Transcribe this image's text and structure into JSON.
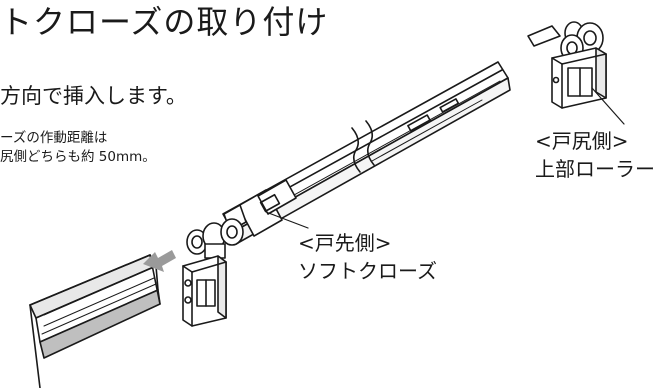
{
  "heading": {
    "title": "トクローズの取り付け",
    "subtitle": "方向で挿入します。"
  },
  "notes": {
    "line1": "ーズの作動距離は",
    "line2": "尻側どちらも約 50mm。"
  },
  "labels": {
    "rear_side": "<戸尻側>",
    "rear_part": "上部ローラー",
    "front_side": "<戸先側>",
    "front_part": "ソフトクローズ"
  },
  "colors": {
    "line": "#1a1a1a",
    "arrow": "#9a9a9a",
    "rail_shadow": "#bfbfbf",
    "rail_face": "#e8e8e8"
  }
}
